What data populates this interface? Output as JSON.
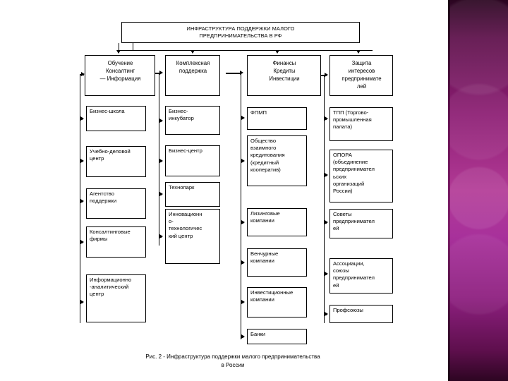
{
  "figure": {
    "title": "ИНФРАСТРУКТУРА ПОДДЕРЖКИ МАЛОГО\nПРЕДПРИНИМАТЕЛЬСТВА В РФ",
    "caption": "Рис. 2 - Инфраструктура поддержки малого предпринимательства\nв  России",
    "accent_color": "#a8319b",
    "line_color": "#000000",
    "background_color": "#ffffff"
  },
  "columns": [
    {
      "header": "Обучение\nКонсалтинг\n—  Информация",
      "items": [
        "Бизнес-школа",
        "Учебно-деловой\nцентр",
        "Агентство\nподдержки",
        "Консалтинговые\nфирмы",
        "Информационно\n-аналитический\nцентр"
      ]
    },
    {
      "header": "Комплексная\nподдержка",
      "items": [
        "Бизнес-\nинкубатор",
        "Бизнес-центр",
        "Технопарк",
        "Инновационн\nо-\nтехнологичес\nкий центр"
      ]
    },
    {
      "header": "Финансы\nКредиты\nИнвестиции",
      "items": [
        "ФПМП",
        "Общество\nвзаимного\nкредитования\n(кредитный\nкооператив)",
        "Лизинговые\nкомпании",
        "Венчурные\nкомпании",
        "Инвестиционные\nкомпании",
        "Банки"
      ]
    },
    {
      "header": "Защита\nинтересов\nпредпринимате\nлей",
      "items": [
        "ТПП (Торгово-\nпромышленная\nпалата)",
        "ОПОРА\n(объединение\nпредпринимател\nьских\nорганизаций\nРоссии)",
        "Советы\nпредпринимател\nей",
        "Ассоциации,\nсоюзы\nпредпринимател\nей",
        "Профсоюзы"
      ]
    }
  ]
}
